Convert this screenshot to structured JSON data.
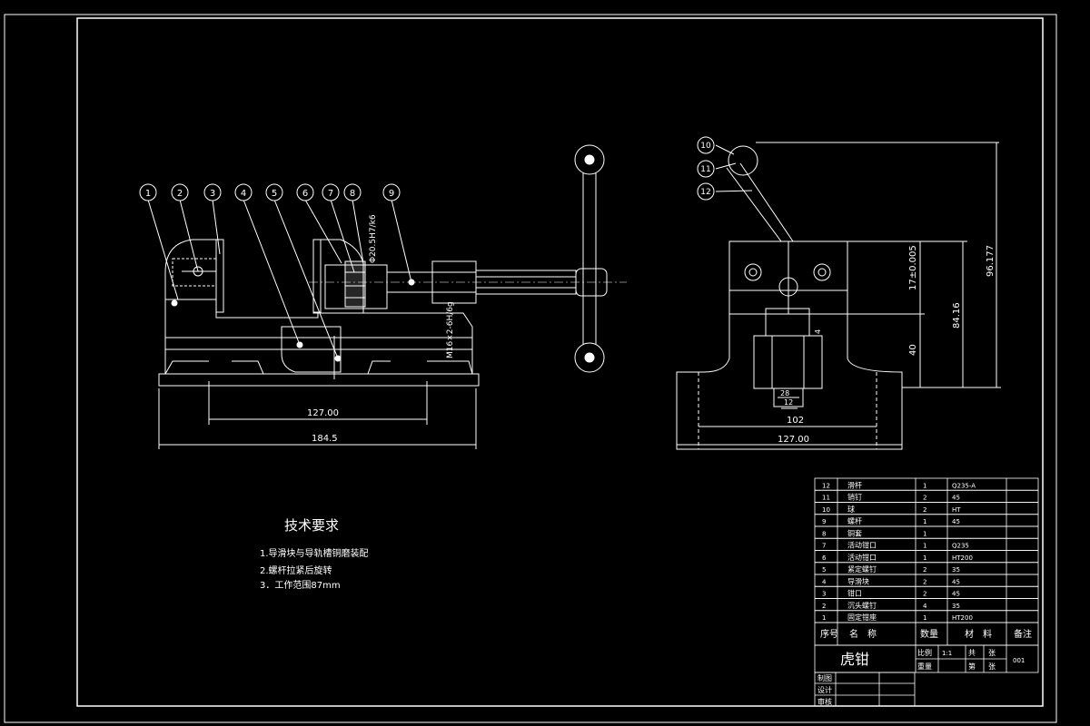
{
  "drawing_title": "虎钳",
  "technical_requirements": {
    "heading": "技术要求",
    "items": [
      "1.导滑块与导轨槽铜磨装配",
      "2.螺杆拉紧后旋转",
      "3．工作范围87mm"
    ]
  },
  "balloons_front": [
    "1",
    "2",
    "3",
    "4",
    "5",
    "6",
    "7",
    "8",
    "9"
  ],
  "balloons_side": [
    "10",
    "11",
    "12"
  ],
  "dimensions_front": {
    "inner": "127.00",
    "overall": "184.5",
    "thread": "M16×2-6H/6g",
    "fit": "Φ20.5H7/k6"
  },
  "dimensions_side": {
    "width_inner": "102",
    "width_outer": "127.00",
    "h1": "17±0.005",
    "h2": "40",
    "h3": "84.16",
    "h4": "96.177",
    "small1": "4",
    "small2": "12",
    "small3": "28"
  },
  "parts_list": {
    "rows": [
      {
        "no": "12",
        "name": "滑杆",
        "qty": "1",
        "material": "Q235-A",
        "note": ""
      },
      {
        "no": "11",
        "name": "销钉",
        "qty": "2",
        "material": "45",
        "note": ""
      },
      {
        "no": "10",
        "name": "球",
        "qty": "2",
        "material": "HT",
        "note": ""
      },
      {
        "no": "9",
        "name": "螺杆",
        "qty": "1",
        "material": "45",
        "note": ""
      },
      {
        "no": "8",
        "name": "铜套",
        "qty": "1",
        "material": "",
        "note": ""
      },
      {
        "no": "7",
        "name": "活动钳口",
        "qty": "1",
        "material": "Q235",
        "note": ""
      },
      {
        "no": "6",
        "name": "活动钳口",
        "qty": "1",
        "material": "HT200",
        "note": ""
      },
      {
        "no": "5",
        "name": "紧定螺钉",
        "qty": "2",
        "material": "35",
        "note": ""
      },
      {
        "no": "4",
        "name": "导滑块",
        "qty": "2",
        "material": "45",
        "note": ""
      },
      {
        "no": "3",
        "name": "钳口",
        "qty": "2",
        "material": "45",
        "note": ""
      },
      {
        "no": "2",
        "name": "沉头螺钉",
        "qty": "4",
        "material": "35",
        "note": ""
      },
      {
        "no": "1",
        "name": "固定钳座",
        "qty": "1",
        "material": "HT200",
        "note": ""
      }
    ],
    "header": {
      "no": "序号",
      "name": "名　称",
      "qty": "数量",
      "material": "材　料",
      "note": "备注"
    }
  },
  "title_block": {
    "scale_label": "比例",
    "scale_value": "1:1",
    "weight_label": "重量",
    "total_label": "共",
    "sheet_label": "第",
    "unit_label": "张",
    "unit_label2": "张",
    "drawing_no": "001",
    "drawn_label": "制图",
    "designed_label": "设计",
    "checked_label": "审核"
  }
}
